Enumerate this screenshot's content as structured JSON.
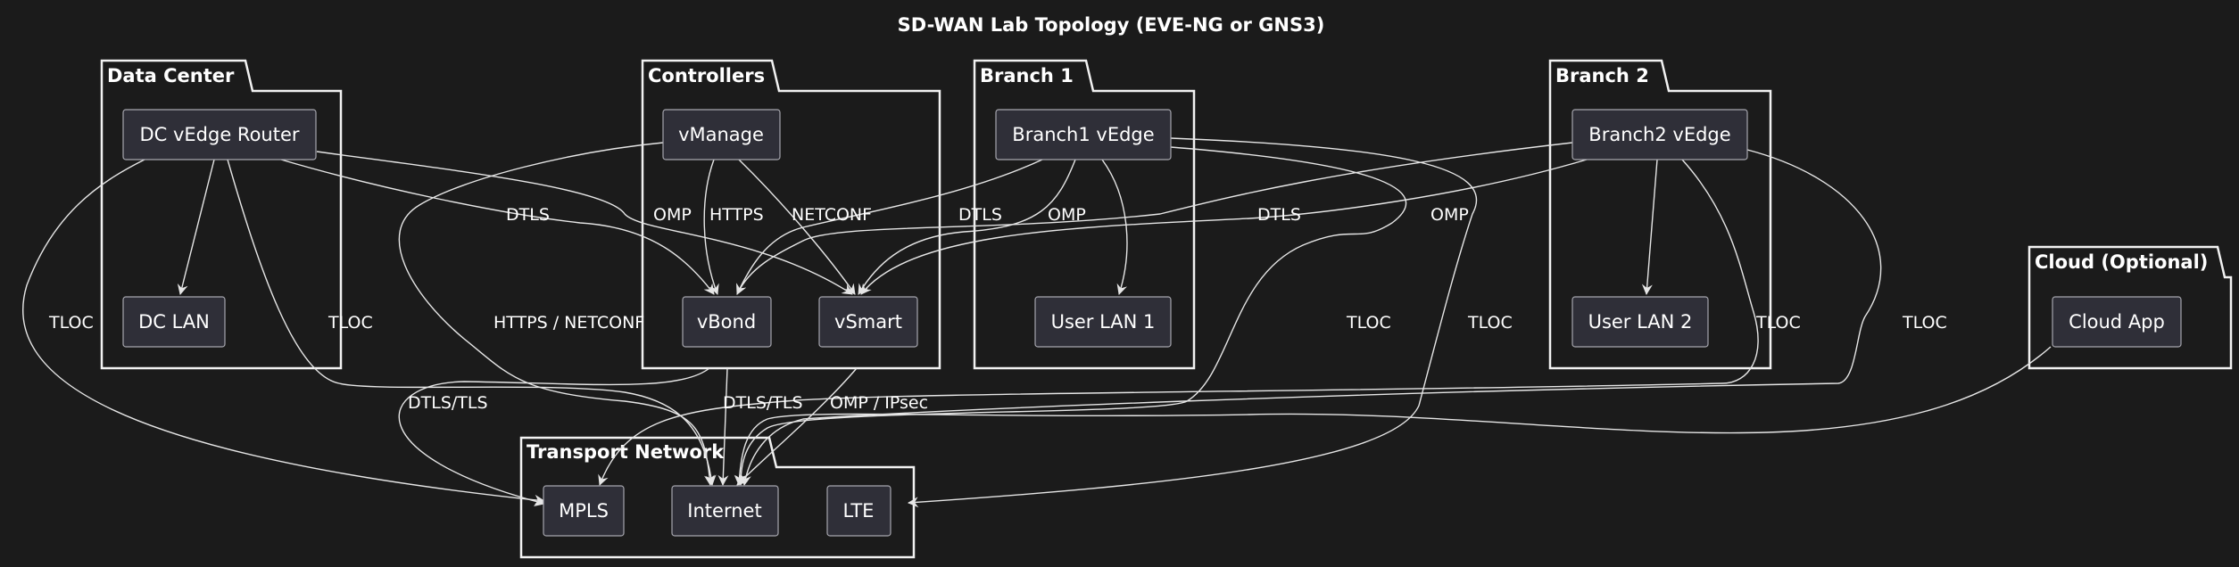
{
  "title": "SD-WAN Lab Topology (EVE-NG or GNS3)",
  "packages": {
    "datacenter": "Data Center",
    "controllers": "Controllers",
    "branch1": "Branch 1",
    "branch2": "Branch 2",
    "cloud": "Cloud (Optional)",
    "transport": "Transport Network"
  },
  "nodes": {
    "dc_vedge": "DC vEdge Router",
    "dc_lan": "DC LAN",
    "vmanage": "vManage",
    "vbond": "vBond",
    "vsmart": "vSmart",
    "b1_vedge": "Branch1 vEdge",
    "user_lan1": "User LAN 1",
    "b2_vedge": "Branch2 vEdge",
    "user_lan2": "User LAN 2",
    "cloud_app": "Cloud App",
    "mpls": "MPLS",
    "internet": "Internet",
    "lte": "LTE"
  },
  "edge_labels": {
    "tloc": "TLOC",
    "dtls": "DTLS",
    "omp": "OMP",
    "https": "HTTPS",
    "netconf": "NETCONF",
    "https_netconf": "HTTPS / NETCONF",
    "dtls_tls": "DTLS/TLS",
    "omp_ipsec": "OMP / IPsec"
  },
  "colors": {
    "background": "#1b1b1b",
    "node_fill": "#2f2f38",
    "node_border": "#a6a6ae",
    "line": "#e6e6e6"
  }
}
